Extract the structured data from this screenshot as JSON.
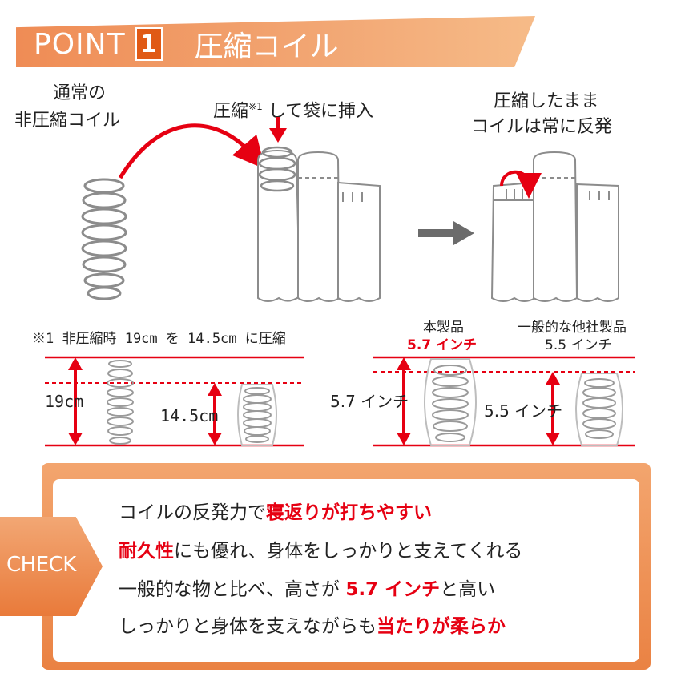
{
  "header": {
    "point": "POINT",
    "number": "1",
    "title": "圧縮コイル"
  },
  "steps": {
    "uncompressed_line1": "通常の",
    "uncompressed_line2": "非圧縮コイル",
    "insert_pre": "圧縮",
    "insert_note_mark": "※1",
    "insert_post": " して袋に挿入",
    "repulse_line1": "圧縮したまま",
    "repulse_line2": "コイルは常に反発"
  },
  "comparison_left": {
    "note": "※1 非圧縮時 19cm を 14.5cm に圧縮",
    "height_uncompressed": "19cm",
    "height_compressed": "14.5cm"
  },
  "comparison_right": {
    "product_label": "本製品",
    "product_value": "5.7 インチ",
    "other_label": "一般的な他社製品",
    "other_value": "5.5 インチ",
    "product_height": "5.7 インチ",
    "other_height": "5.5 インチ"
  },
  "check": {
    "tab_label": "CHECK",
    "lines": [
      {
        "pre": "コイルの反発力で",
        "hl": "寝返りが打ちやすい",
        "post": ""
      },
      {
        "pre": "",
        "hl": "耐久性",
        "post": "にも優れ、身体をしっかりと支えてくれる"
      },
      {
        "pre": "一般的な物と比べ、高さが ",
        "hl": "5.7 インチ",
        "post": "と高い"
      },
      {
        "pre": "しっかりと身体を支えながらも",
        "hl": "当たりが柔らか",
        "post": ""
      }
    ]
  },
  "colors": {
    "accent": "#e60012",
    "orange": "#ef8c55",
    "gray": "#888888"
  }
}
